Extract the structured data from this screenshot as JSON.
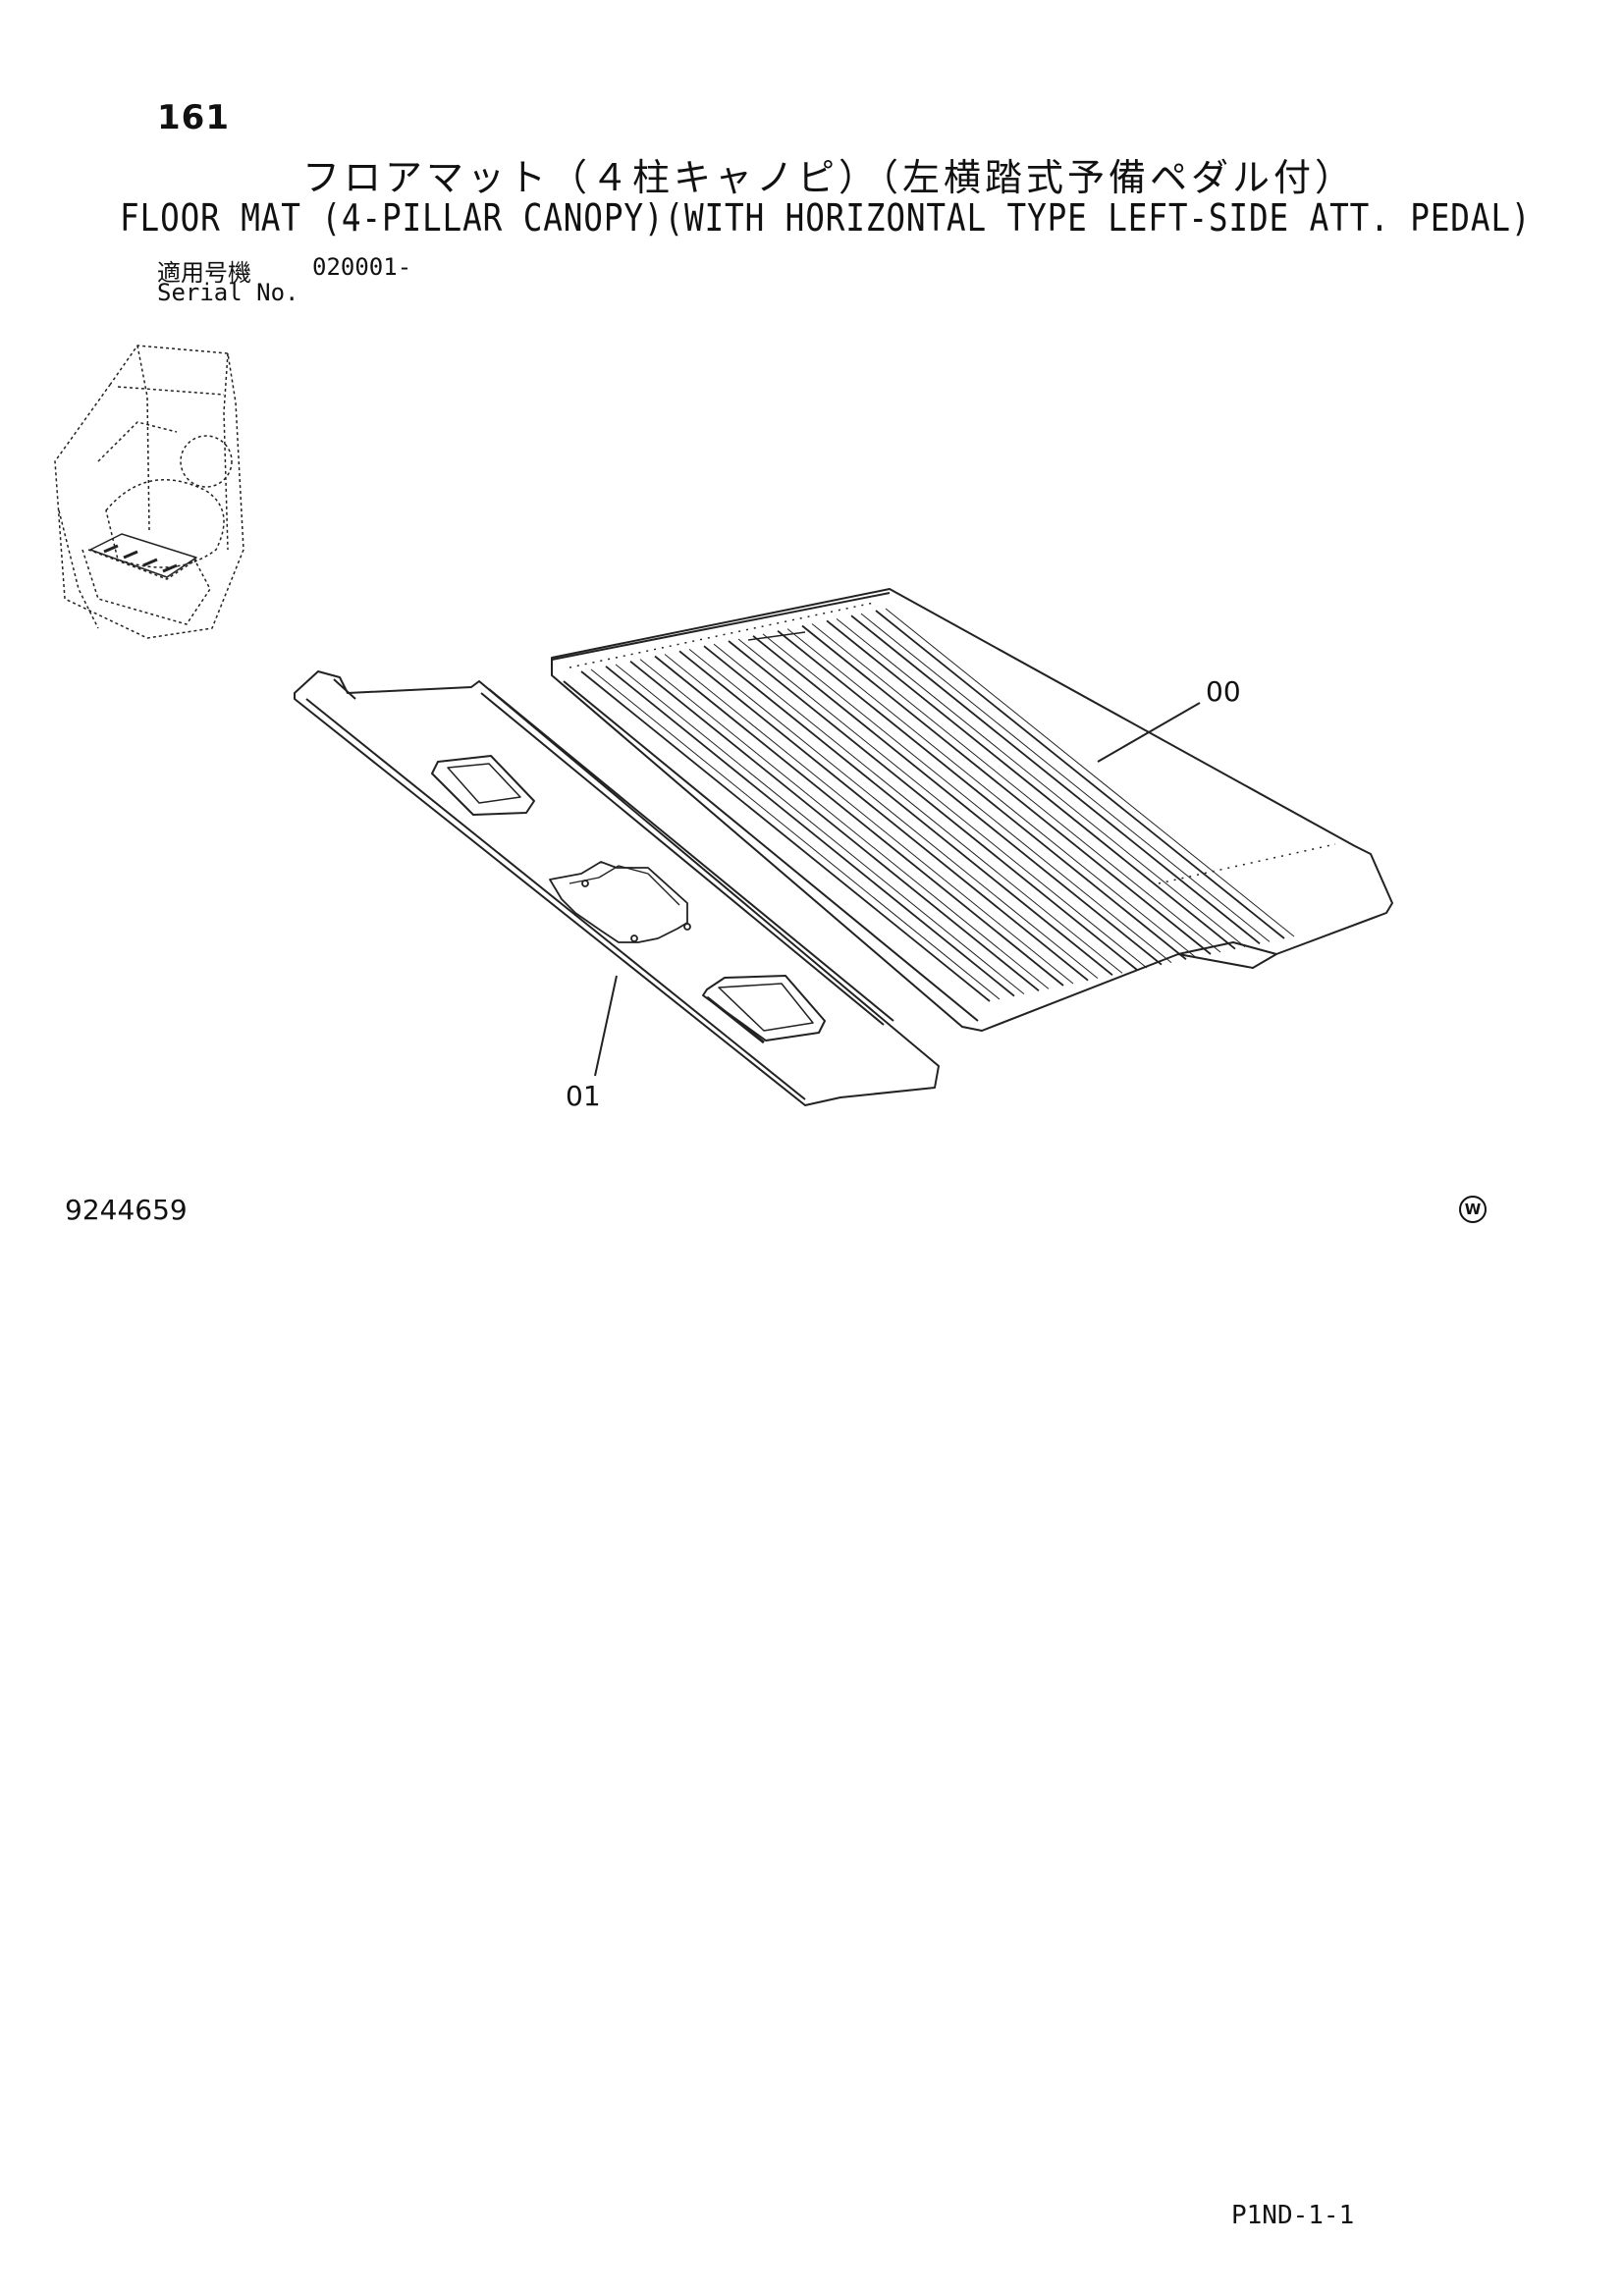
{
  "header": {
    "page_number": "161",
    "title_jp": "フロアマット（４柱キャノピ）（左横踏式予備ペダル付）",
    "title_en": "FLOOR MAT (4-PILLAR CANOPY)(WITH HORIZONTAL TYPE LEFT-SIDE ATT. PEDAL)",
    "serial_label_jp": "適用号機",
    "serial_label_en": "Serial No.",
    "serial_value": "020001-"
  },
  "diagram": {
    "callouts": [
      {
        "id": "00",
        "label": "00"
      },
      {
        "id": "01",
        "label": "01"
      }
    ],
    "icon": "cab-overview-sketch"
  },
  "footer": {
    "drawing_number": "9244659",
    "mark": "W",
    "page_code": "P1ND-1-1"
  }
}
